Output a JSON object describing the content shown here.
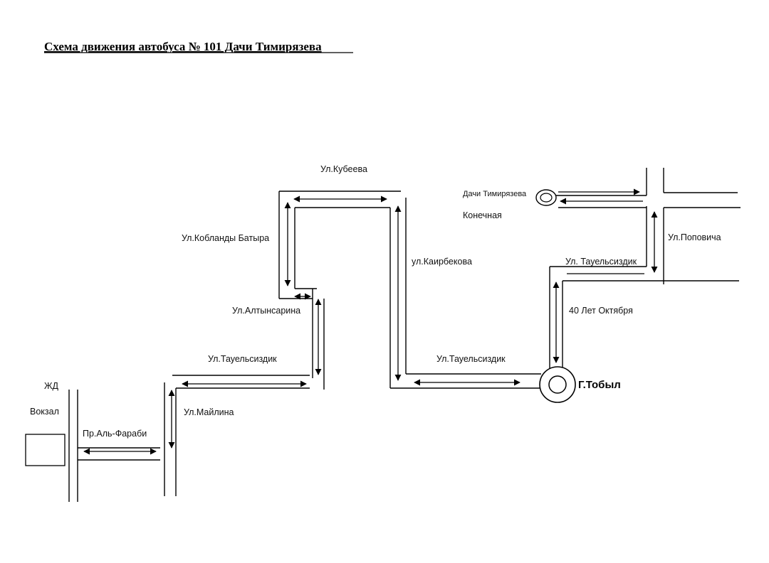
{
  "title": "Схема движения автобуса № 101 Дачи Тимирязева",
  "labels": {
    "kubeeva": "Ул.Кубеева",
    "dachi": "Дачи Тимирязева",
    "konechnaya": "Конечная",
    "kobl": "Ул.Кобланды Батыра",
    "kairb": "ул.Каирбекова",
    "popovicha": "Ул.Поповича",
    "tauel_top": "Ул. Тауельсиздик",
    "altyn": "Ул.Алтынсарина",
    "okt40": "40 Лет Октября",
    "tauel_left": "Ул.Тауельсиздик",
    "tauel_mid": "Ул.Тауельсиздик",
    "zhd": "ЖД",
    "tobyl": "Г.Тобыл",
    "vokzal": "Вокзал",
    "mailina": "Ул.Майлина",
    "alfarabi": "Пр.Аль-Фараби"
  },
  "icons": {
    "station": "station-building-icon",
    "terminal": "terminal-ring-icon",
    "roundabout": "roundabout-icon"
  }
}
